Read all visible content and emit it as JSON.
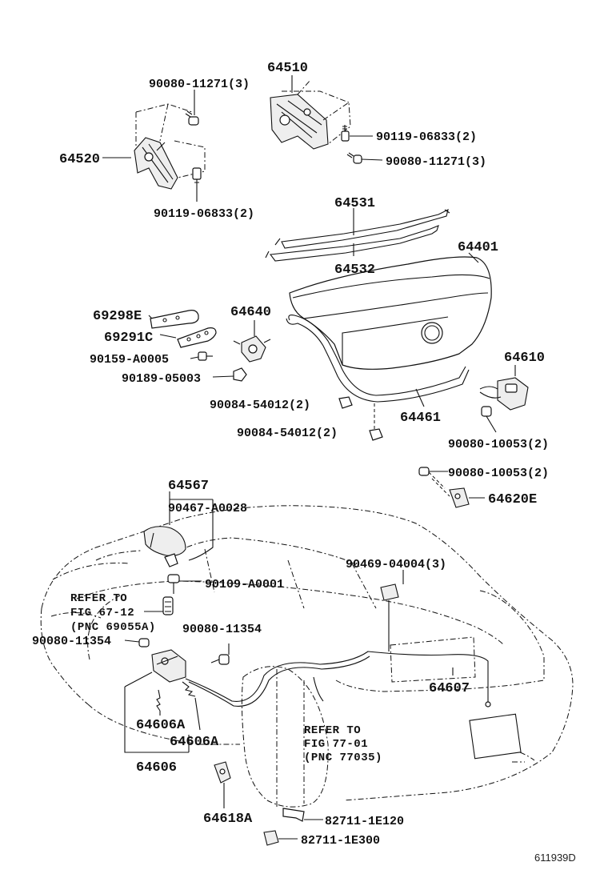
{
  "labels": {
    "p64510": "64510",
    "p90080_11271_a": "90080-11271(3)",
    "p90119_06833_a": "90119-06833(2)",
    "p90080_11271_b": "90080-11271(3)",
    "p64520": "64520",
    "p90119_06833_b": "90119-06833(2)",
    "p64531": "64531",
    "p64401": "64401",
    "p64532": "64532",
    "p69298E": "69298E",
    "p64640": "64640",
    "p69291C": "69291C",
    "p90159_A0005": "90159-A0005",
    "p90189_05003": "90189-05003",
    "p64610": "64610",
    "p90084_54012_a": "90084-54012(2)",
    "p64461": "64461",
    "p90084_54012_b": "90084-54012(2)",
    "p90080_10053_a": "90080-10053(2)",
    "p90080_10053_b": "90080-10053(2)",
    "p64567": "64567",
    "p64620E": "64620E",
    "p90467_A0028": "90467-A0028",
    "p90469_04004": "90469-04004(3)",
    "p90109_A0001": "90109-A0001",
    "refer1_line1": "REFER TO",
    "refer1_line2": "FIG 67-12",
    "refer1_line3": "(PNC 69055A)",
    "p90080_11354_a": "90080-11354",
    "p90080_11354_b": "90080-11354",
    "p64607": "64607",
    "p64606A_a": "64606A",
    "p64606A_b": "64606A",
    "refer2_line1": "REFER TO",
    "refer2_line2": "FIG 77-01",
    "refer2_line3": "(PNC 77035)",
    "p64606": "64606",
    "p64618A": "64618A",
    "p82711_1E120": "82711-1E120",
    "p82711_1E300": "82711-1E300",
    "figure_code": "611939D"
  }
}
